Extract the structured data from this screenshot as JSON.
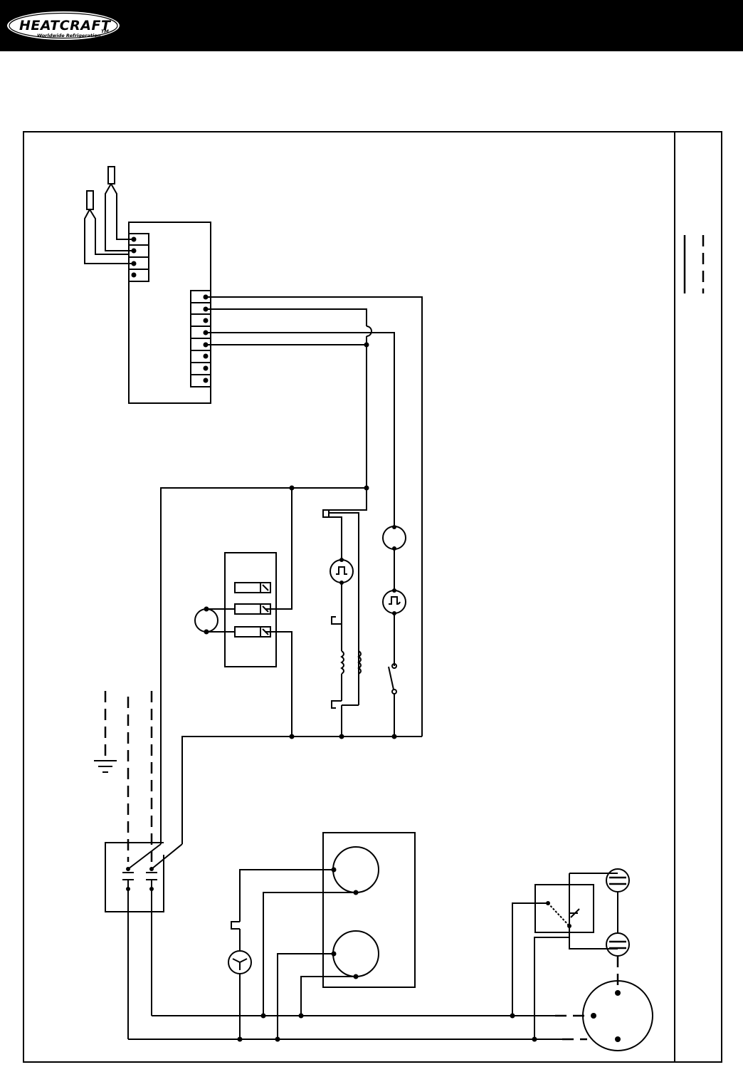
{
  "header": {
    "brand_name": "HEATCRAFT",
    "brand_tagline": "Worldwide Refrigeration",
    "trademark": "TM"
  },
  "diagram": {
    "labels": []
  },
  "colors": {
    "header_background": "#000000",
    "line": "#000000",
    "page_background": "#ffffff"
  }
}
